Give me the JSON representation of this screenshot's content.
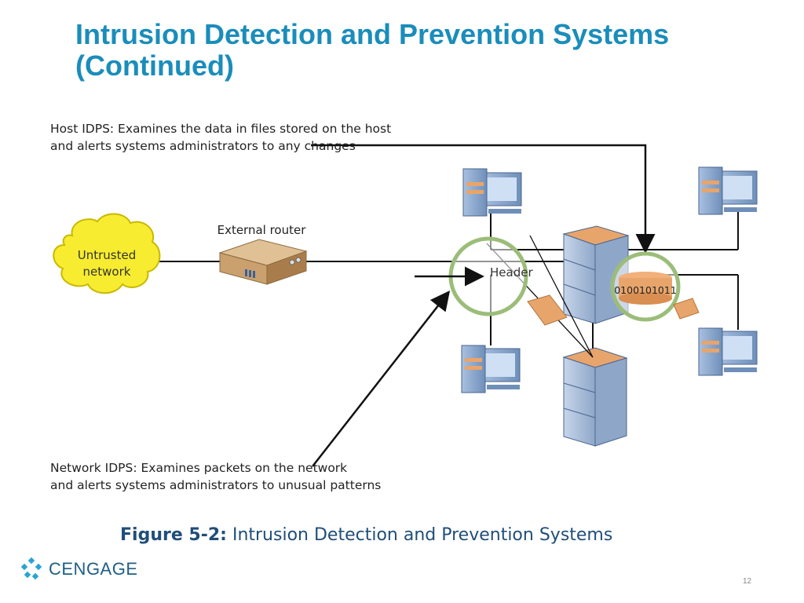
{
  "slide": {
    "title_line1": "Intrusion Detection and Prevention Systems",
    "title_line2": "(Continued)",
    "caption_label": "Figure 5-2:",
    "caption_text": "Intrusion Detection and Prevention Systems",
    "logo_text": "CENGAGE",
    "page_number": "12"
  },
  "diagram": {
    "host_idps_line1": "Host IDPS: Examines the data in files stored on the host",
    "host_idps_line2": "and alerts systems administrators to any changes",
    "network_idps_line1": "Network IDPS: Examines packets on the network",
    "network_idps_line2": "and alerts systems administrators to unusual patterns",
    "external_router": "External router",
    "cloud_line1": "Untrusted",
    "cloud_line2": "network",
    "header_label": "Header",
    "binary_label": "0100101011"
  },
  "colors": {
    "title": "#1a8dbb",
    "cloud": "#f7ec2f",
    "router": "#c9a06e",
    "server": "#9fb7d8",
    "server_top": "#e8a56b",
    "magnifier_ring": "#9bbd79"
  }
}
